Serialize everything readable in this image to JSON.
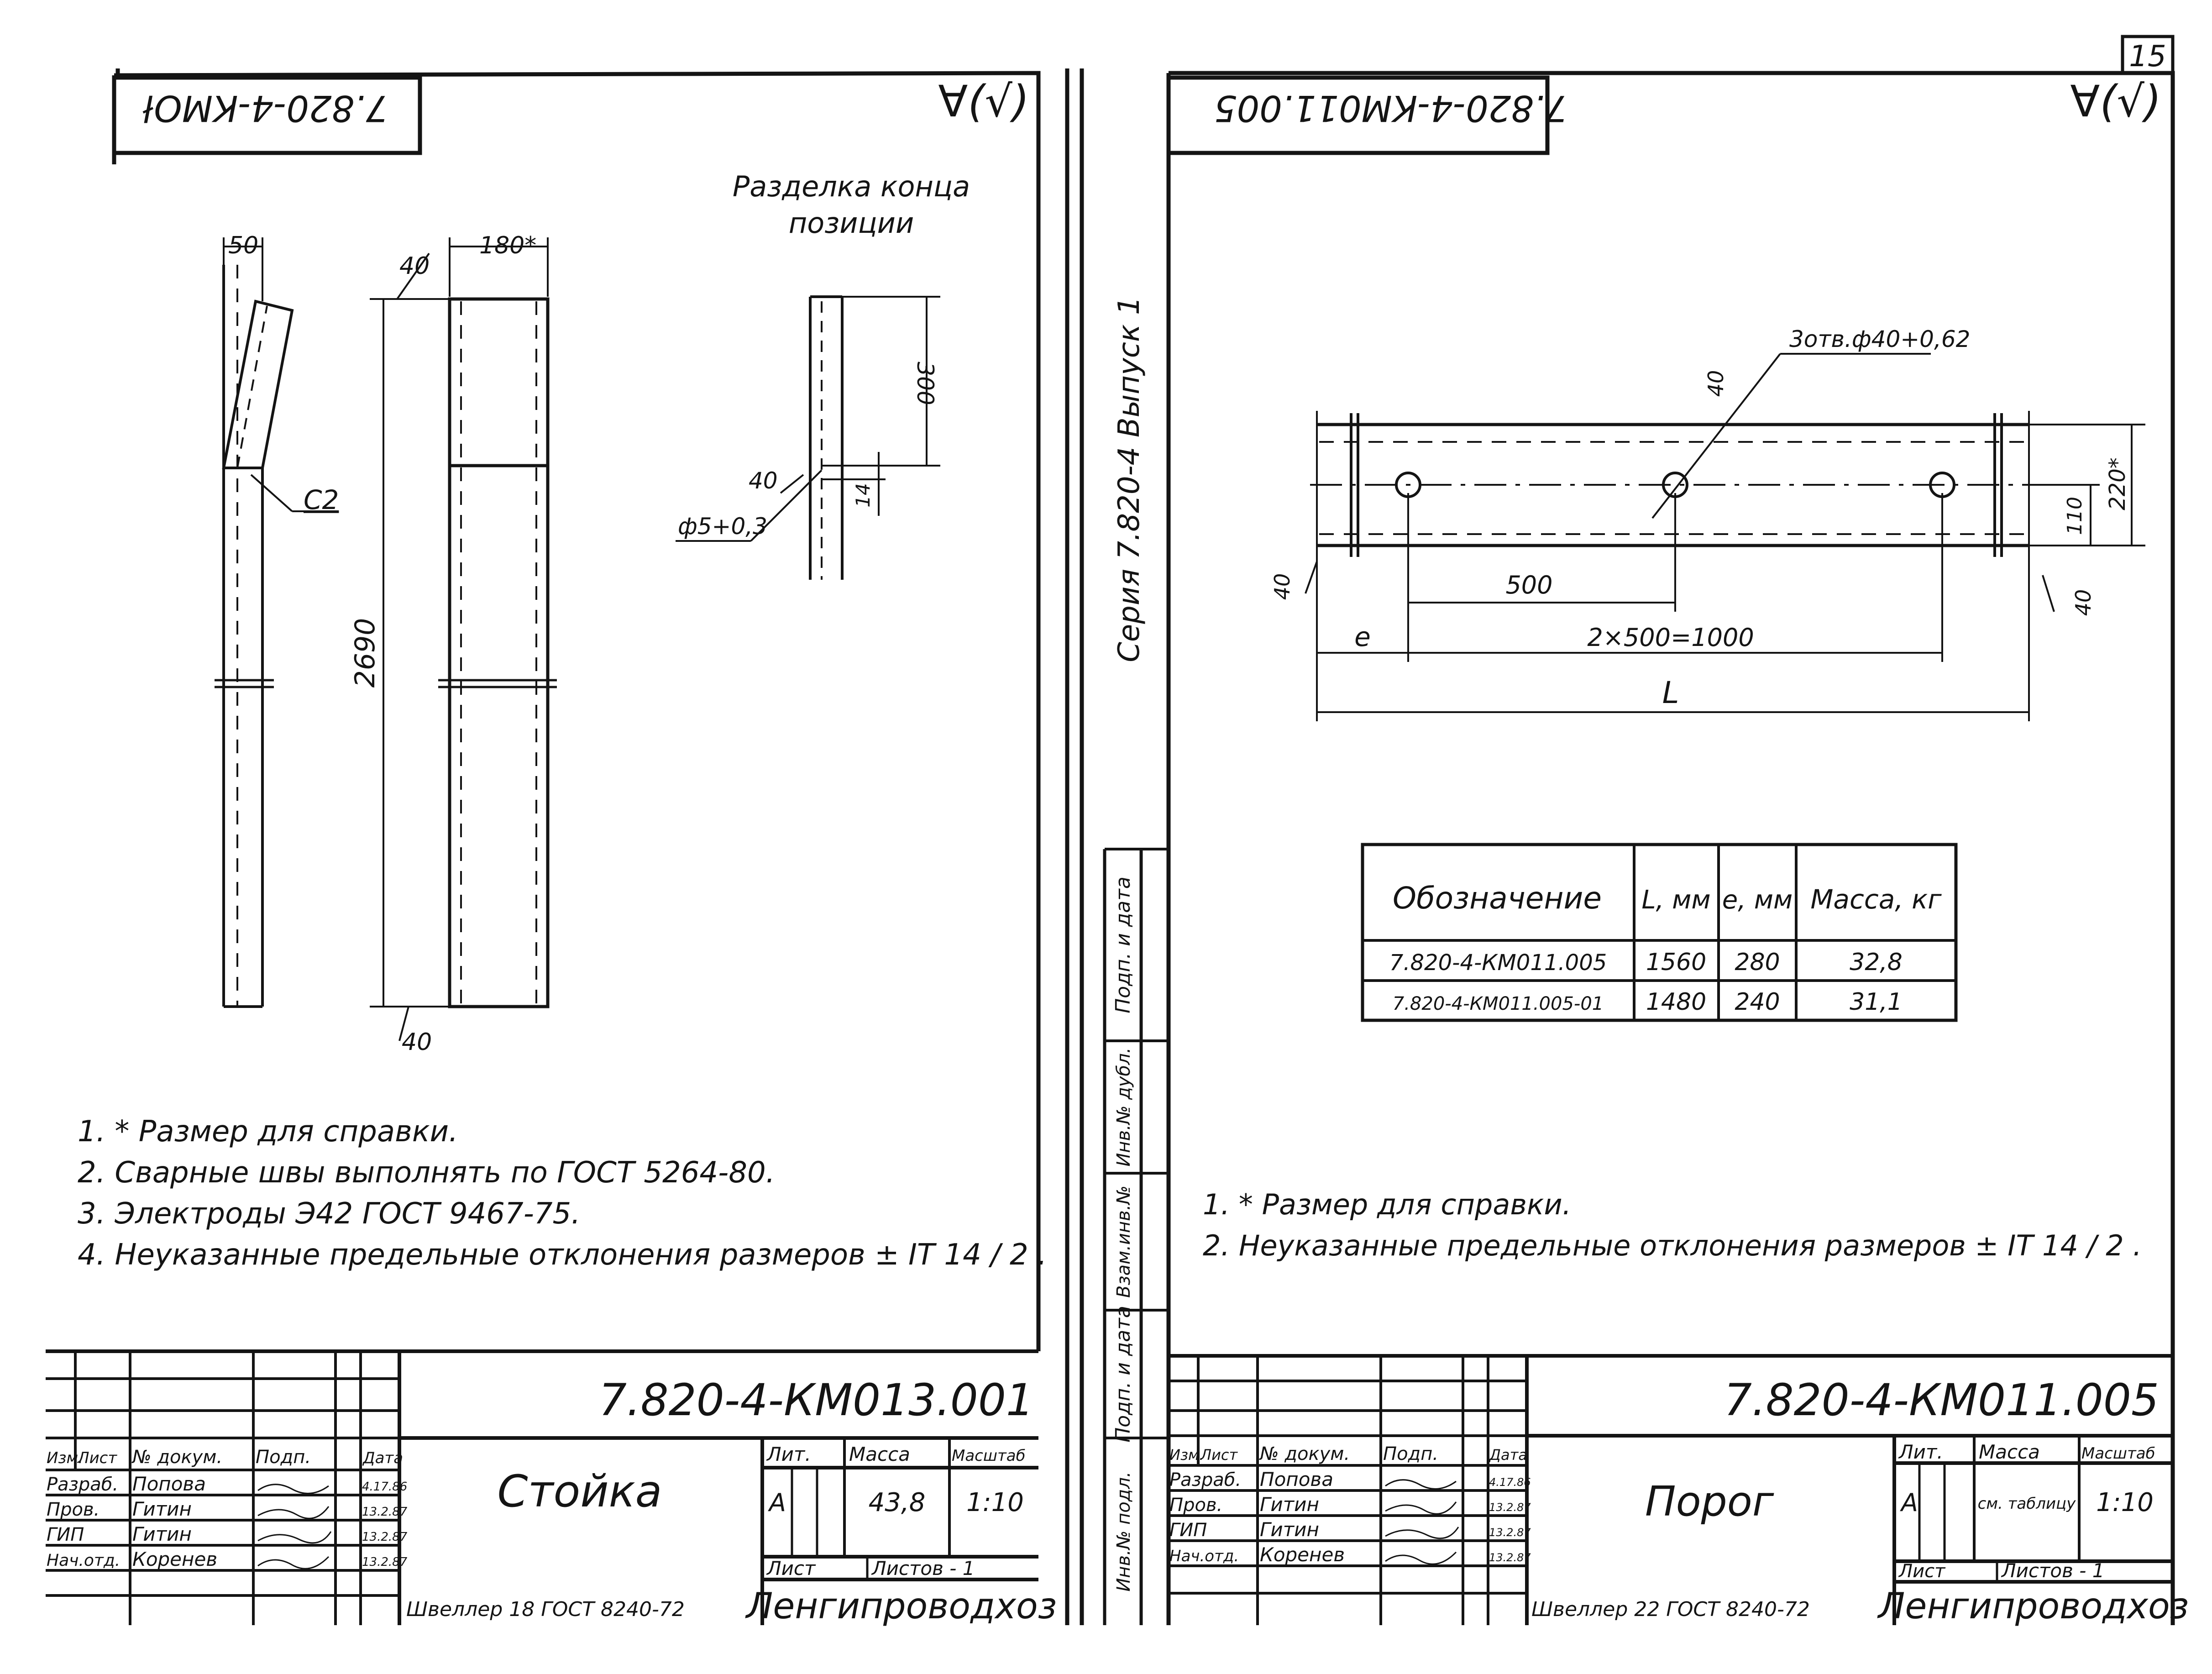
{
  "page": {
    "number": "15"
  },
  "left_sheet": {
    "stamp_code": "7.820-4-КМОł",
    "roughness": "∀(√)",
    "detail_title_1": "Разделка конца",
    "detail_title_2": "позиции",
    "dims": {
      "d50": "50",
      "d180": "180*",
      "d40a": "40",
      "d2690": "2690",
      "d40b": "40",
      "c2": "C2",
      "d300": "300",
      "d14": "14",
      "d40c": "40",
      "phi": "ф5+0,3"
    },
    "notes": [
      "1. * Размер для справки.",
      "2. Сварные швы выполнять по ГОСТ 5264-80.",
      "3. Электроды Э42 ГОСТ 9467-75.",
      "4. Неуказанные предельные отклонения размеров ± IT 14 / 2 ."
    ],
    "title_block": {
      "doc_code": "7.820-4-КМ013.001",
      "headers": [
        "Изм.",
        "Лист",
        "№ докум.",
        "Подп.",
        "Дата"
      ],
      "rows": [
        {
          "role": "Разраб.",
          "name": "Попова",
          "date": "4.17.86"
        },
        {
          "role": "Пров.",
          "name": "Гитин",
          "date": "13.2.87"
        },
        {
          "role": "ГИП",
          "name": "Гитин",
          "date": "13.2.87"
        },
        {
          "role": "Нач.отд.",
          "name": "Коренев",
          "date": "13.2.87"
        }
      ],
      "name": "Стойка",
      "lit_label": "Лит.",
      "mass_label": "Масса",
      "scale_label": "Масштаб",
      "lit": "А",
      "mass": "43,8",
      "scale": "1:10",
      "sheet_label": "Лист",
      "sheets_label": "Листов - 1",
      "material": "Швеллер 18 ГОСТ 8240-72",
      "org": "Ленгипроводхоз"
    }
  },
  "right_sheet": {
    "stamp_code": "7.820-4-КМ011.005",
    "roughness": "∀(√)",
    "series_label": "Серия 7.820-4   Выпуск 1",
    "side_stamps": [
      "Подп. и дата",
      "Инв.№ дубл.",
      "Взам.инв.№",
      "Подп. и дата",
      "Инв.№ подл."
    ],
    "dims": {
      "holes": "3отв.ф40+0,62",
      "d40a": "40",
      "d40b": "40",
      "d40c": "40",
      "d500": "500",
      "d1000": "2×500=1000",
      "e": "e",
      "L": "L",
      "d110": "110",
      "d220": "220*"
    },
    "table": {
      "headers": [
        "Обозначение",
        "L, мм",
        "e, мм",
        "Масса, кг"
      ],
      "rows": [
        [
          "7.820-4-КМ011.005",
          "1560",
          "280",
          "32,8"
        ],
        [
          "7.820-4-КМ011.005-01",
          "1480",
          "240",
          "31,1"
        ]
      ]
    },
    "notes": [
      "1. * Размер для справки.",
      "2. Неуказанные предельные отклонения размеров ± IT 14 / 2 ."
    ],
    "title_block": {
      "doc_code": "7.820-4-КМ011.005",
      "headers": [
        "Изм.",
        "Лист",
        "№ докум.",
        "Подп.",
        "Дата"
      ],
      "rows": [
        {
          "role": "Разраб.",
          "name": "Попова",
          "date": "4.17.86"
        },
        {
          "role": "Пров.",
          "name": "Гитин",
          "date": "13.2.87"
        },
        {
          "role": "ГИП",
          "name": "Гитин",
          "date": "13.2.87"
        },
        {
          "role": "Нач.отд.",
          "name": "Коренев",
          "date": "13.2.87"
        }
      ],
      "name": "Порог",
      "lit_label": "Лит.",
      "mass_label": "Масса",
      "scale_label": "Масштаб",
      "lit": "А",
      "mass": "см. таблицу",
      "scale": "1:10",
      "sheet_label": "Лист",
      "sheets_label": "Листов - 1",
      "material": "Швеллер 22 ГОСТ 8240-72",
      "org": "Ленгипроводхоз"
    }
  }
}
